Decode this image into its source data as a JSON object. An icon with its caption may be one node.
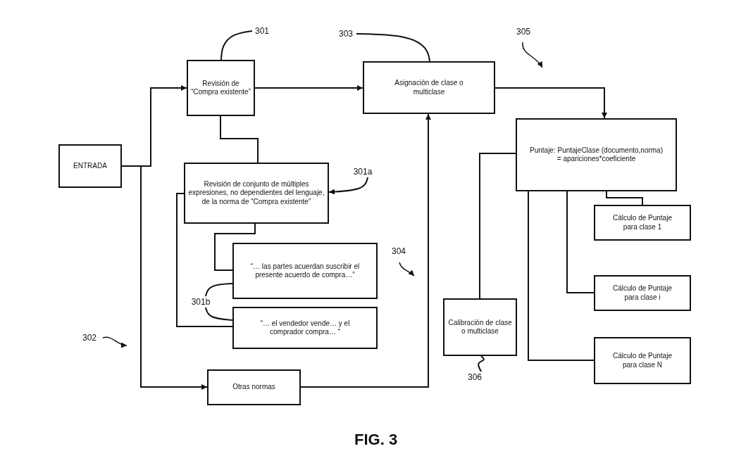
{
  "diagram": {
    "caption": "FIG. 3",
    "nodes": [
      {
        "text": [
          "ENTRADA"
        ]
      },
      {
        "text": [
          "Revisión de “Compra existente”"
        ]
      },
      {
        "text": [
          "Asignación de clase o multiclase"
        ]
      },
      {
        "text": [
          "Puntaje: PuntajeClase (documento,norma) = apariciones*coeficiente"
        ]
      },
      {
        "text": [
          "Revisión de conjunto de múltiples expresiones, no dependientes del lenguaje, de la norma de “Compra existente”"
        ]
      },
      {
        "text": [
          "“… las partes acuerdan suscribir el presente acuerdo de compra…”"
        ]
      },
      {
        "text": [
          "“… el vendedor vende… y el comprador compra… “"
        ]
      },
      {
        "text": [
          "Otras normas"
        ]
      },
      {
        "text": [
          "Calibración de clase o multiclase"
        ]
      },
      {
        "text": [
          "Cálculo de Puntaje para clase 1"
        ]
      },
      {
        "text": [
          "Cálculo de Puntaje para clase i"
        ]
      },
      {
        "text": [
          "Cálculo de Puntaje para clase N"
        ]
      },
      {
        "text": [
          "301"
        ]
      },
      {
        "text": [
          "303"
        ]
      },
      {
        "text": [
          "301a"
        ]
      },
      {
        "text": [
          "301b"
        ]
      },
      {
        "text": [
          "306"
        ]
      }
    ],
    "edges": [
      {
        "from": 0,
        "to": 1,
        "arrow": "to"
      },
      {
        "from": 0,
        "to": 7,
        "arrow": "to"
      },
      {
        "from": 1,
        "to": 2,
        "arrow": "to"
      },
      {
        "from": 1,
        "to": 4,
        "arrow": "none"
      },
      {
        "from": 4,
        "to": 5,
        "arrow": "none"
      },
      {
        "from": 4,
        "to": 6,
        "arrow": "none"
      },
      {
        "from": 7,
        "to": 2,
        "arrow": "to"
      },
      {
        "from": 2,
        "to": 3,
        "arrow": "to"
      },
      {
        "from": 3,
        "to": 8,
        "arrow": "none"
      },
      {
        "from": 3,
        "to": 9,
        "arrow": "none"
      },
      {
        "from": 3,
        "to": 10,
        "arrow": "none"
      },
      {
        "from": 3,
        "to": 11,
        "arrow": "none"
      },
      {
        "from": 12,
        "to": 1,
        "arrow": "none"
      },
      {
        "from": 13,
        "to": 2,
        "arrow": "none"
      },
      {
        "from": 14,
        "to": 4,
        "arrow": "to"
      },
      {
        "from": 15,
        "to": 5,
        "arrow": "none"
      },
      {
        "from": 15,
        "to": 6,
        "arrow": "none"
      },
      {
        "from": 16,
        "to": 8,
        "arrow": "none"
      }
    ],
    "labels": [
      "305",
      "304",
      "302"
    ]
  }
}
